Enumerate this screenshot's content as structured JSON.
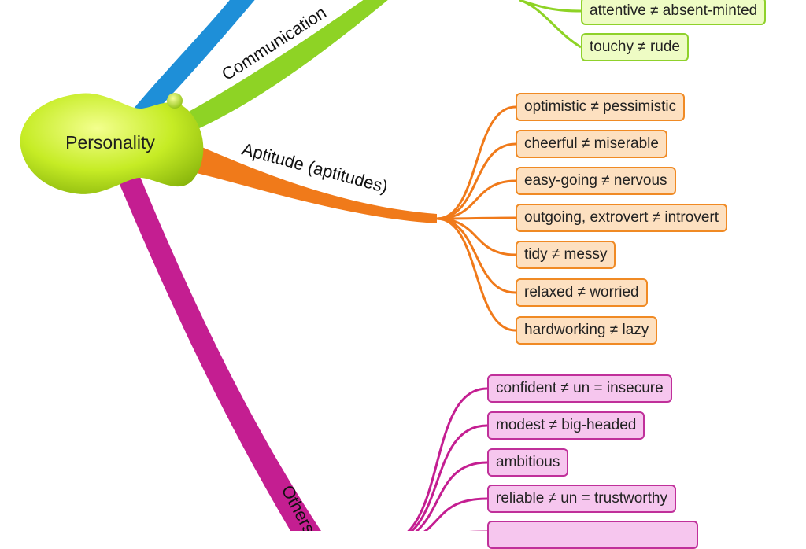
{
  "center": {
    "label": "Personality"
  },
  "branches": {
    "communication": {
      "label": "Communication",
      "items": [
        "attentive ≠ absent-minted",
        "touchy ≠ rude"
      ]
    },
    "aptitude": {
      "label": "Aptitude (aptitudes)",
      "items": [
        "optimistic ≠ pessimistic",
        "cheerful ≠ miserable",
        "easy-going ≠ nervous",
        "outgoing, extrovert ≠ introvert",
        "tidy ≠ messy",
        "relaxed ≠ worried",
        "hardworking ≠ lazy"
      ]
    },
    "others": {
      "label": "Others",
      "items": [
        "confident ≠ un = insecure",
        "modest ≠ big-headed",
        "ambitious",
        "reliable ≠ un = trustworthy",
        ""
      ]
    }
  },
  "colors": {
    "blue_branch": "#1e8fd8",
    "green_branch": "#8ed325",
    "orange_branch": "#f07a1a",
    "magenta_branch": "#c41e91",
    "center_fill": "#c6ec25"
  }
}
